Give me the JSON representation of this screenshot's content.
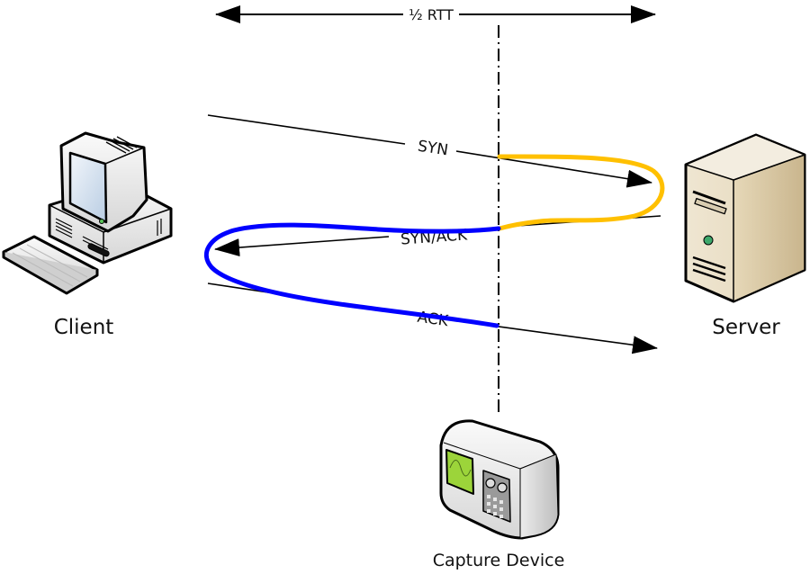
{
  "diagram": {
    "type": "tcp-three-way-handshake",
    "rtt_label": "½ RTT",
    "nodes": {
      "client": {
        "label": "Client",
        "icon": "desktop-computer-icon"
      },
      "server": {
        "label": "Server",
        "icon": "tower-server-icon"
      },
      "capture": {
        "label": "Capture Device",
        "icon": "oscilloscope-capture-icon"
      }
    },
    "messages": [
      {
        "label": "SYN",
        "direction": "client-to-server"
      },
      {
        "label": "SYN/ACK",
        "direction": "server-to-client"
      },
      {
        "label": "ACK",
        "direction": "client-to-server"
      }
    ],
    "highlights": [
      {
        "name": "server-rtt-path",
        "color": "#FFC000"
      },
      {
        "name": "client-rtt-path",
        "color": "#0000FF"
      }
    ],
    "colors": {
      "line": "#000000",
      "server_body": "#E8DCC0",
      "screen_green": "#9CD43A",
      "status_led": "#3DA86B"
    }
  }
}
